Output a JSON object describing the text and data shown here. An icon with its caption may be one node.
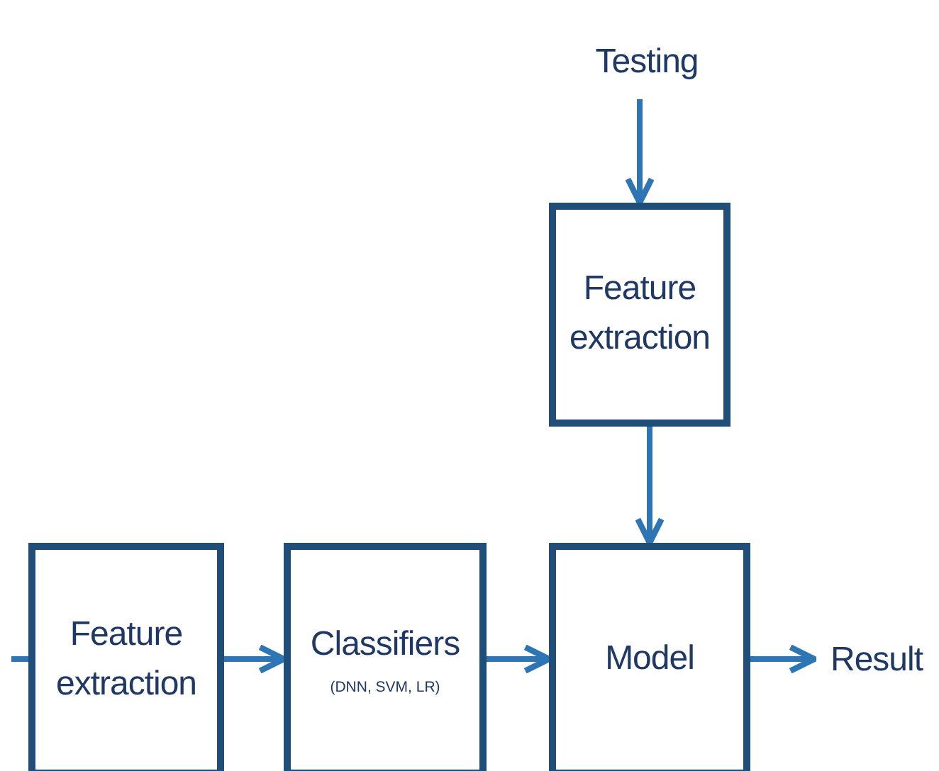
{
  "diagram": {
    "nodes": [
      {
        "text": [
          "Testing"
        ]
      },
      {
        "text": [
          "Feature extraction"
        ]
      },
      {
        "text": [
          "Feature extraction"
        ]
      },
      {
        "text": [
          "Classifiers",
          "(DNN, SVM, LR)"
        ]
      },
      {
        "text": [
          "Model"
        ]
      },
      {
        "text": [
          "Result"
        ]
      }
    ],
    "edges": [
      {
        "from": 0,
        "to": 1,
        "arrow": "to"
      },
      {
        "from": 1,
        "to": 4,
        "arrow": "to"
      },
      {
        "from": null,
        "to": 2,
        "arrow": "none"
      },
      {
        "from": 2,
        "to": 3,
        "arrow": "to"
      },
      {
        "from": 3,
        "to": 4,
        "arrow": "to"
      },
      {
        "from": 4,
        "to": 5,
        "arrow": "to"
      }
    ]
  }
}
